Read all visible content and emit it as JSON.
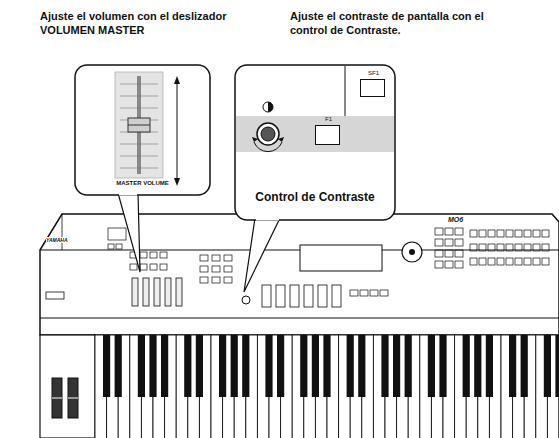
{
  "diagram": {
    "nodes": [
      {
        "text": [
          "MASTER VOLUME"
        ]
      },
      {
        "text": [
          "Control de Contraste"
        ]
      },
      {
        "text": [
          "SF1"
        ],
        "in": 1
      },
      {
        "text": [
          "F1"
        ],
        "in": 1
      }
    ],
    "labels": [
      "Ajuste el volumen con el deslizador VOLUMEN MASTER",
      "Ajuste el contraste de pantalla con el control de Contraste.",
      "YAMAHA",
      "MO6"
    ]
  }
}
